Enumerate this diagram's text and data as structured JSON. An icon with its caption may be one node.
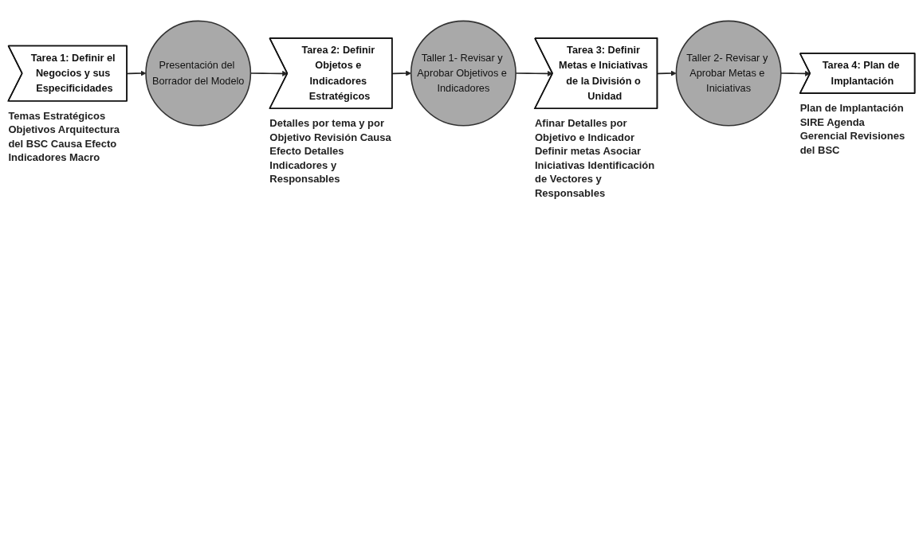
{
  "diagram": {
    "nodes": [
      {
        "text": [
          "Tarea 1: Definir el Negocios y sus Especificidades"
        ],
        "beside": [
          "Temas Estratégicos Objetivos Arquitectura del BSC Causa Efecto Indicadores Macro"
        ]
      },
      {
        "text": [
          "Presentación del Borrador del Modelo"
        ]
      },
      {
        "text": [
          "Tarea 2: Definir Objetos e Indicadores Estratégicos"
        ],
        "beside": [
          "Detalles por tema y por Objetivo Revisión Causa Efecto Detalles Indicadores y Responsables"
        ]
      },
      {
        "text": [
          "Taller 1- Revisar y Aprobar Objetivos e Indicadores"
        ]
      },
      {
        "text": [
          "Tarea 3: Definir Metas e Iniciativas de la División o Unidad"
        ],
        "beside": [
          "Afinar Detalles por Objetivo e Indicador Definir metas Asociar Iniciativas Identificación de Vectores y Responsables"
        ]
      },
      {
        "text": [
          "Taller 2- Revisar y Aprobar Metas e Iniciativas"
        ]
      },
      {
        "text": [
          "Tarea 4: Plan de Implantación"
        ],
        "beside": [
          "Plan de Implantación SIRE Agenda Gerencial Revisiones del BSC"
        ]
      }
    ],
    "edges": [
      {
        "from": 0,
        "to": 1,
        "arrow": "to"
      },
      {
        "from": 1,
        "to": 2,
        "arrow": "to"
      },
      {
        "from": 2,
        "to": 3,
        "arrow": "to"
      },
      {
        "from": 3,
        "to": 4,
        "arrow": "to"
      },
      {
        "from": 4,
        "to": 5,
        "arrow": "to"
      },
      {
        "from": 5,
        "to": 6,
        "arrow": "to"
      }
    ]
  }
}
